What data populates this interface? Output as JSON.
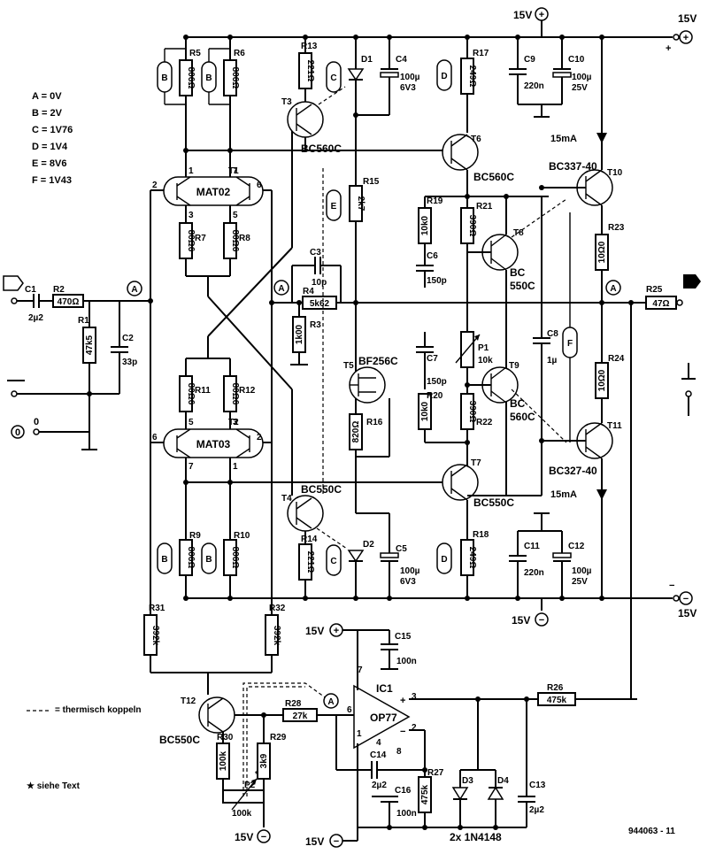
{
  "legend": [
    {
      "key": "A",
      "value": "0V"
    },
    {
      "key": "B",
      "value": "2V"
    },
    {
      "key": "C",
      "value": "1V76"
    },
    {
      "key": "D",
      "value": "1V4"
    },
    {
      "key": "E",
      "value": "8V6"
    },
    {
      "key": "F",
      "value": "1V43"
    }
  ],
  "supplies": {
    "pos": "15V",
    "neg": "15V",
    "zero": "0",
    "plus": "+",
    "minus": "−"
  },
  "currents": {
    "i_top": "15mA",
    "i_bot": "15mA"
  },
  "resistors": {
    "R1": {
      "name": "R1",
      "value": "47k5"
    },
    "R2": {
      "name": "R2",
      "value": "470Ω"
    },
    "R3": {
      "name": "R3",
      "value": "1k00"
    },
    "R4": {
      "name": "R4",
      "value": "5k62"
    },
    "R5": {
      "name": "R5",
      "value": "806Ω"
    },
    "R6": {
      "name": "R6",
      "value": "806Ω"
    },
    "R7": {
      "name": "R7",
      "value": "80Ω6"
    },
    "R8": {
      "name": "R8",
      "value": "80Ω6"
    },
    "R9": {
      "name": "R9",
      "value": "806Ω"
    },
    "R10": {
      "name": "R10",
      "value": "806Ω"
    },
    "R11": {
      "name": "R11",
      "value": "80Ω6"
    },
    "R12": {
      "name": "R12",
      "value": "80Ω6"
    },
    "R13": {
      "name": "R13",
      "value": "221Ω"
    },
    "R14": {
      "name": "R14",
      "value": "221Ω"
    },
    "R15": {
      "name": "R15",
      "value": "2k7"
    },
    "R16": {
      "name": "R16",
      "value": "820Ω"
    },
    "R17": {
      "name": "R17",
      "value": "249Ω"
    },
    "R18": {
      "name": "R18",
      "value": "249Ω"
    },
    "R19": {
      "name": "R19",
      "value": "10k0"
    },
    "R20": {
      "name": "R20",
      "value": "10k0"
    },
    "R21": {
      "name": "R21",
      "value": "390Ω"
    },
    "R22": {
      "name": "R22",
      "value": "390Ω"
    },
    "R23": {
      "name": "R23",
      "value": "10Ω0"
    },
    "R24": {
      "name": "R24",
      "value": "10Ω0"
    },
    "R25": {
      "name": "R25",
      "value": "47Ω"
    },
    "R26": {
      "name": "R26",
      "value": "475k"
    },
    "R27": {
      "name": "R27",
      "value": "475k"
    },
    "R28": {
      "name": "R28",
      "value": "27k"
    },
    "R29": {
      "name": "R29",
      "value": "3k9"
    },
    "R30": {
      "name": "R30",
      "value": "100k"
    },
    "R31": {
      "name": "R31",
      "value": "392k"
    },
    "R32": {
      "name": "R32",
      "value": "392k"
    }
  },
  "capacitors": {
    "C1": {
      "name": "C1",
      "value": "2µ2"
    },
    "C2": {
      "name": "C2",
      "value": "33p"
    },
    "C3": {
      "name": "C3",
      "value": "10p"
    },
    "C4": {
      "name": "C4",
      "value": "100µ",
      "value2": "6V3"
    },
    "C5": {
      "name": "C5",
      "value": "100µ",
      "value2": "6V3"
    },
    "C6": {
      "name": "C6",
      "value": "150p"
    },
    "C7": {
      "name": "C7",
      "value": "150p"
    },
    "C8": {
      "name": "C8",
      "value": "1µ"
    },
    "C9": {
      "name": "C9",
      "value": "220n"
    },
    "C10": {
      "name": "C10",
      "value": "100µ",
      "value2": "25V"
    },
    "C11": {
      "name": "C11",
      "value": "220n"
    },
    "C12": {
      "name": "C12",
      "value": "100µ",
      "value2": "25V"
    },
    "C13": {
      "name": "C13",
      "value": "2µ2"
    },
    "C14": {
      "name": "C14",
      "value": "2µ2"
    },
    "C15": {
      "name": "C15",
      "value": "100n"
    },
    "C16": {
      "name": "C16",
      "value": "100n"
    }
  },
  "transistors": {
    "T1": {
      "name": "T1",
      "type": "MAT02"
    },
    "T2": {
      "name": "T2",
      "type": "MAT03"
    },
    "T3": {
      "name": "T3",
      "type": "BC560C"
    },
    "T4": {
      "name": "T4",
      "type": "BC550C"
    },
    "T5": {
      "name": "T5",
      "type": "BF256C"
    },
    "T6": {
      "name": "T6",
      "type": "BC560C"
    },
    "T7": {
      "name": "T7",
      "type": "BC550C"
    },
    "T8": {
      "name": "T8",
      "type": "BC",
      "type2": "550C"
    },
    "T9": {
      "name": "T9",
      "type": "BC",
      "type2": "560C"
    },
    "T10": {
      "name": "T10",
      "type": "BC337-40"
    },
    "T11": {
      "name": "T11",
      "type": "BC327-40"
    },
    "T12": {
      "name": "T12",
      "type": "BC550C"
    }
  },
  "diodes": {
    "D1": "D1",
    "D2": "D2",
    "D3": "D3",
    "D4": "D4",
    "D34_type": "2x 1N4148"
  },
  "pot": {
    "P1": "P1",
    "P1_value": "10k",
    "P2": "P2",
    "P2_value": "100k",
    "star": "*"
  },
  "opamp": {
    "name": "IC1",
    "type": "OP77",
    "pins": [
      "7",
      "3",
      "2",
      "6",
      "1",
      "4",
      "8"
    ],
    "plus": "+",
    "minus": "−"
  },
  "pins": {
    "t1": [
      "1",
      "7",
      "2",
      "6",
      "3",
      "5"
    ],
    "t2": [
      "5",
      "3",
      "6",
      "2",
      "7",
      "1"
    ]
  },
  "probes": {
    "A": "A",
    "B": "B",
    "C": "C",
    "D": "D",
    "E": "E",
    "F": "F"
  },
  "notes": {
    "thermal": "= thermisch koppeln",
    "see_text": "siehe Text",
    "star": "★",
    "figure_id": "944063 - 11"
  }
}
